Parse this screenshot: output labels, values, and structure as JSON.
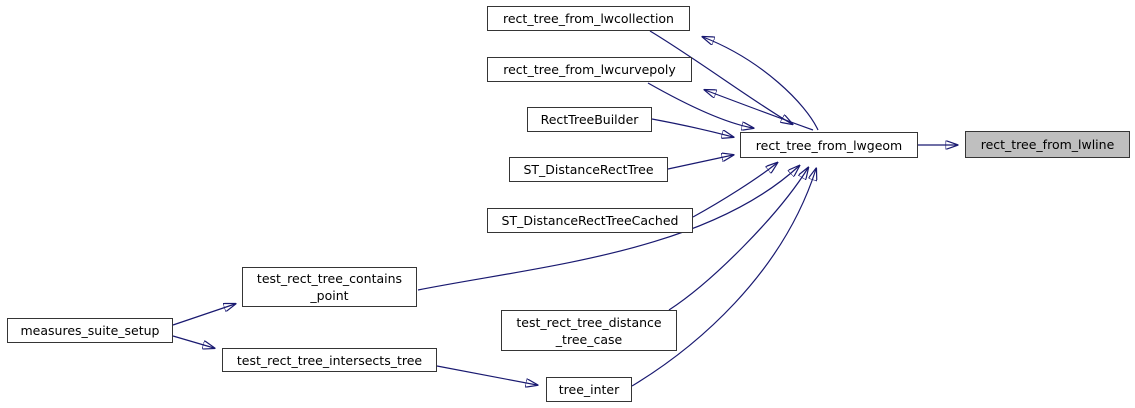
{
  "diagram": {
    "kind": "call-graph",
    "background": "#ffffff",
    "edge_color": "#191970",
    "node_border_color": "#353535",
    "node_fill": "#ffffff",
    "highlight_fill": "#bfbfbf",
    "text_color": "#000000"
  },
  "nodes": {
    "lwcollection": {
      "label": "rect_tree_from_lwcollection"
    },
    "lwcurvepoly": {
      "label": "rect_tree_from_lwcurvepoly"
    },
    "builder": {
      "label": "RectTreeBuilder"
    },
    "st_distance": {
      "label": "ST_DistanceRectTree"
    },
    "st_distance_cached": {
      "label": "ST_DistanceRectTreeCached"
    },
    "lwgeom": {
      "label": "rect_tree_from_lwgeom"
    },
    "lwline": {
      "label": "rect_tree_from_lwline"
    },
    "contains_point": {
      "label": "test_rect_tree_contains\n_point"
    },
    "measures": {
      "label": "measures_suite_setup"
    },
    "intersects": {
      "label": "test_rect_tree_intersects_tree"
    },
    "distance_case": {
      "label": "test_rect_tree_distance\n_tree_case"
    },
    "tree_inter": {
      "label": "tree_inter"
    }
  },
  "edges": [
    {
      "from": "rect_tree_from_lwcollection",
      "to": "rect_tree_from_lwgeom"
    },
    {
      "from": "rect_tree_from_lwgeom",
      "to": "rect_tree_from_lwcollection"
    },
    {
      "from": "rect_tree_from_lwcurvepoly",
      "to": "rect_tree_from_lwgeom"
    },
    {
      "from": "rect_tree_from_lwgeom",
      "to": "rect_tree_from_lwcurvepoly"
    },
    {
      "from": "RectTreeBuilder",
      "to": "rect_tree_from_lwgeom"
    },
    {
      "from": "ST_DistanceRectTree",
      "to": "rect_tree_from_lwgeom"
    },
    {
      "from": "ST_DistanceRectTreeCached",
      "to": "rect_tree_from_lwgeom"
    },
    {
      "from": "test_rect_tree_contains_point",
      "to": "rect_tree_from_lwgeom"
    },
    {
      "from": "test_rect_tree_distance_tree_case",
      "to": "rect_tree_from_lwgeom"
    },
    {
      "from": "tree_inter",
      "to": "rect_tree_from_lwgeom"
    },
    {
      "from": "rect_tree_from_lwgeom",
      "to": "rect_tree_from_lwline"
    },
    {
      "from": "measures_suite_setup",
      "to": "test_rect_tree_contains_point"
    },
    {
      "from": "measures_suite_setup",
      "to": "test_rect_tree_intersects_tree"
    },
    {
      "from": "test_rect_tree_intersects_tree",
      "to": "tree_inter"
    }
  ]
}
